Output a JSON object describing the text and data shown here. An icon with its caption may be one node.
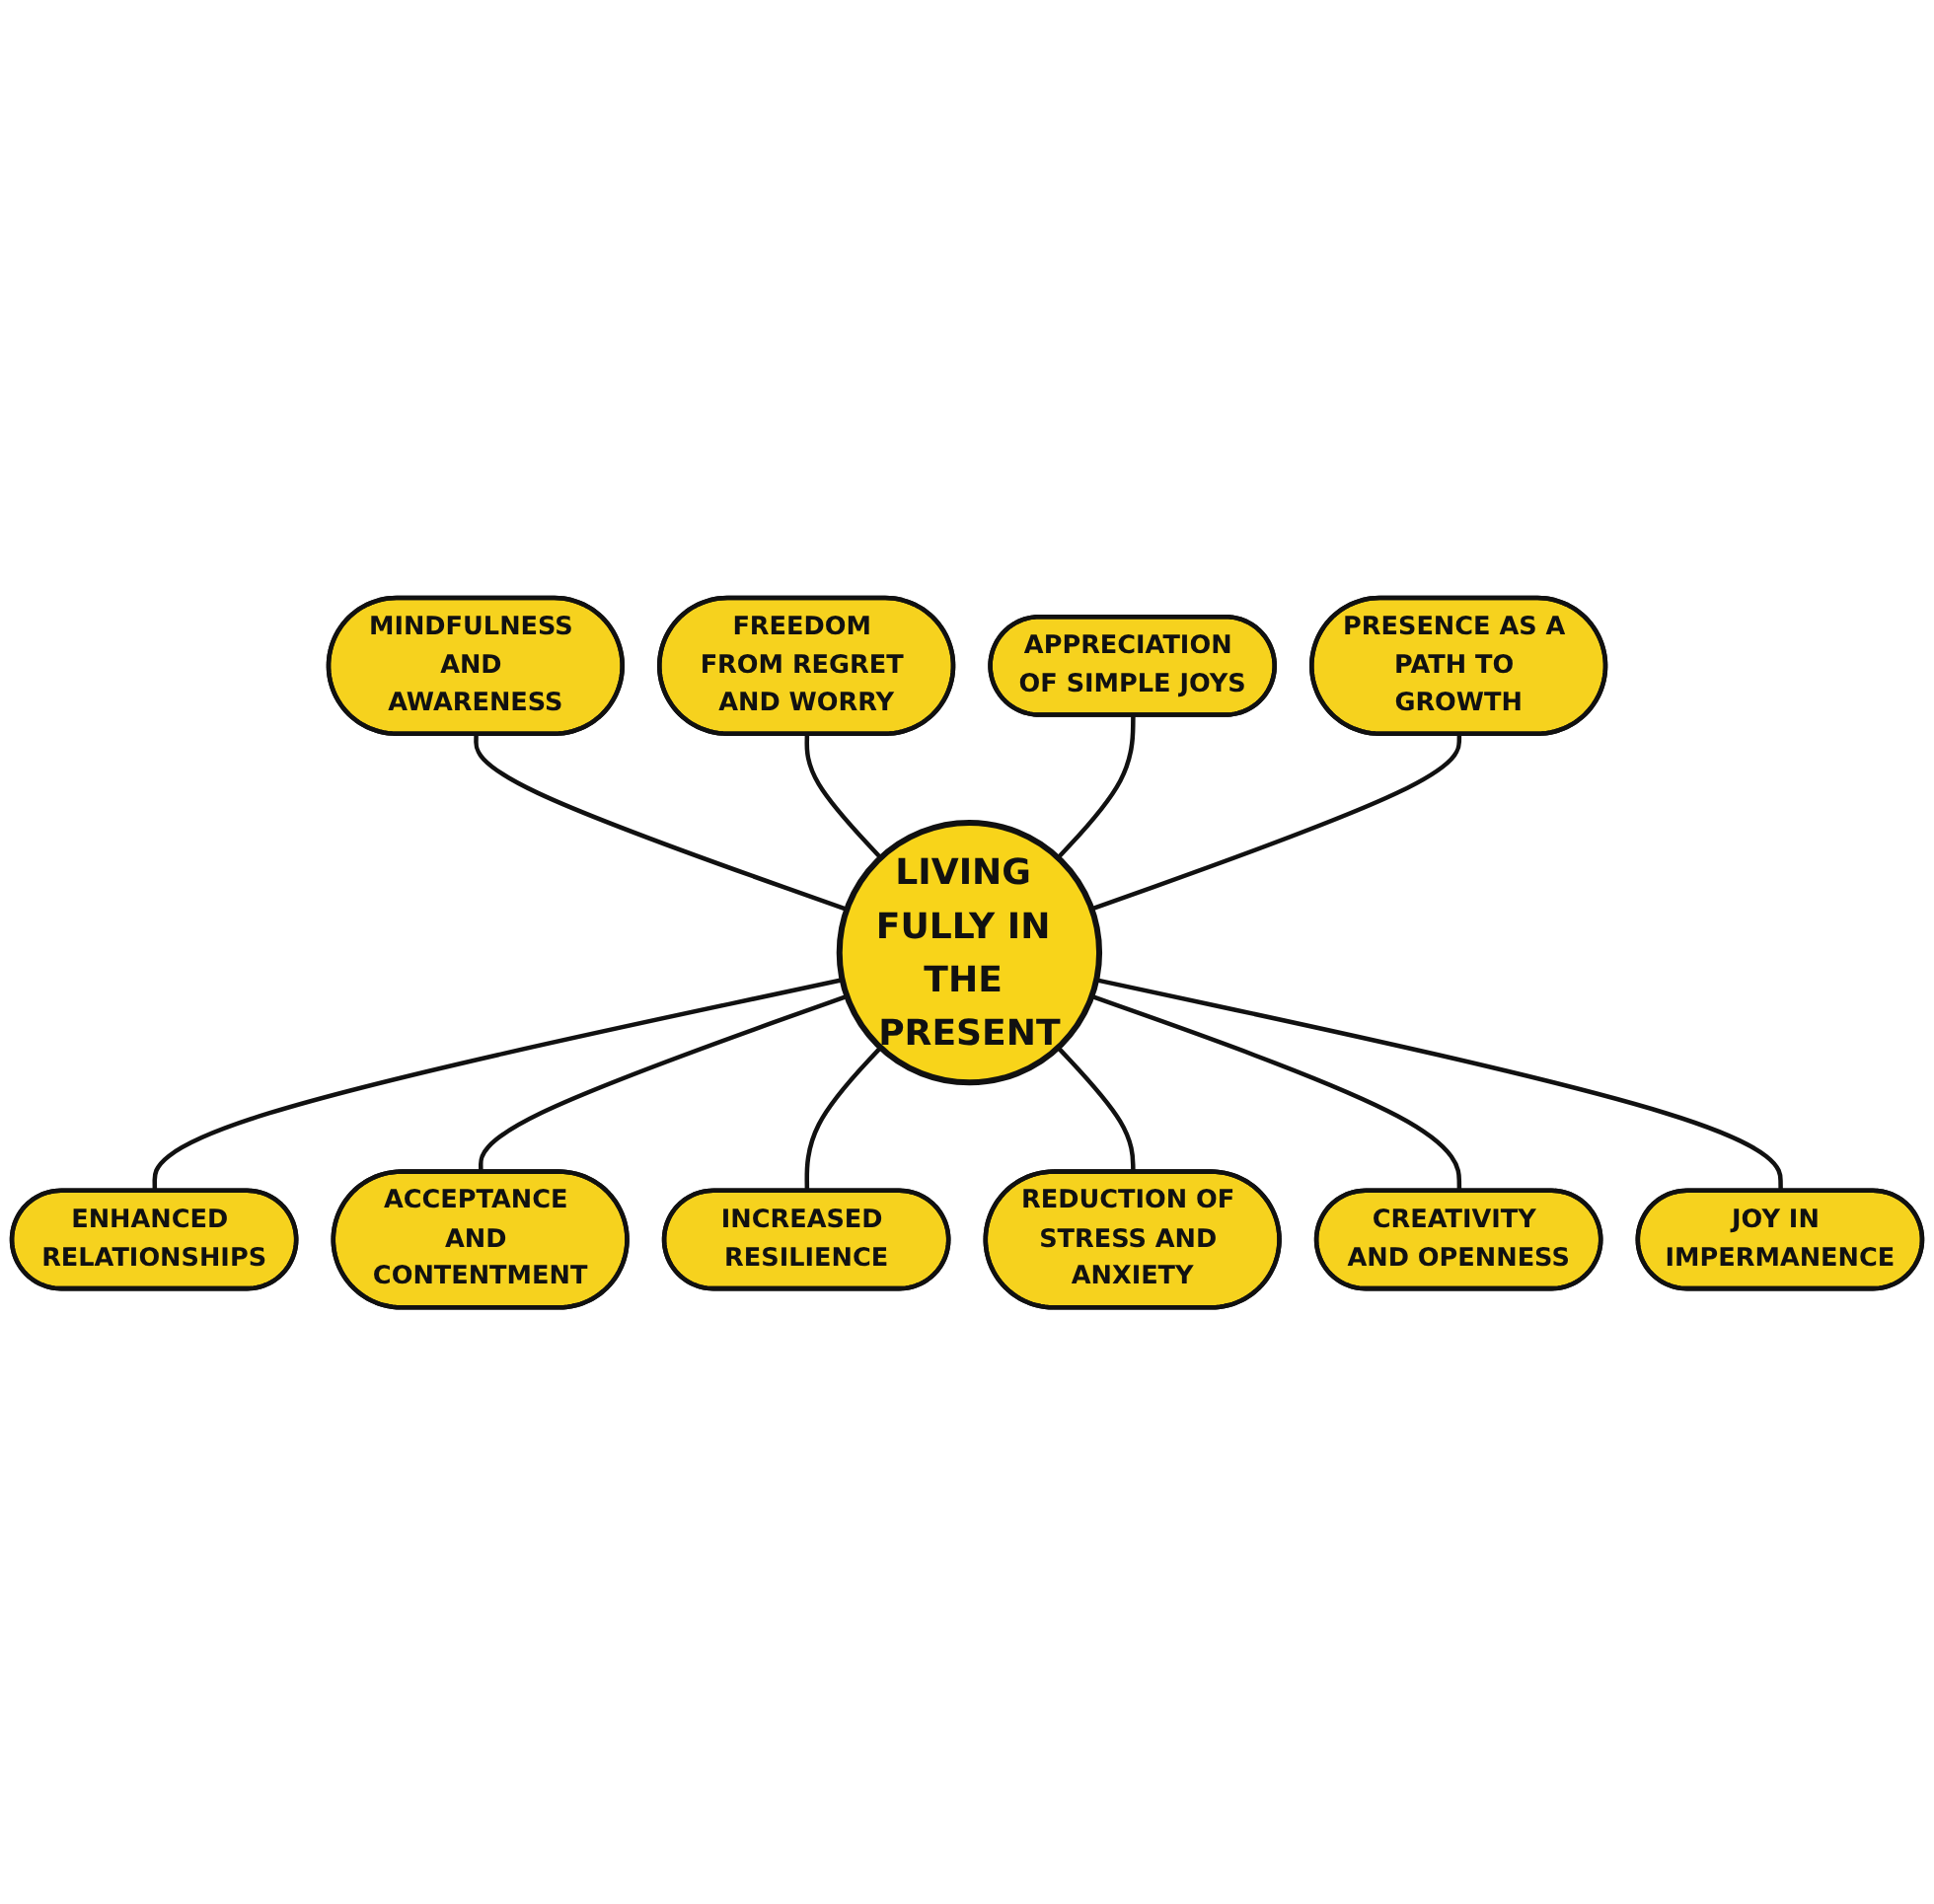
{
  "diagram": {
    "nodes": [
      {
        "text": [
          "MINDFULNESS AND AWARENESS"
        ]
      },
      {
        "text": [
          "FREEDOM FROM REGRET AND WORRY"
        ]
      },
      {
        "text": [
          "APPRECIATION OF SIMPLE JOYS"
        ]
      },
      {
        "text": [
          "PRESENCE AS A PATH TO GROWTH"
        ]
      },
      {
        "text": [
          "LIVING FULLY IN THE PRESENT"
        ]
      },
      {
        "text": [
          "ENHANCED RELATIONSHIPS"
        ]
      },
      {
        "text": [
          "ACCEPTANCE AND CONTENTMENT"
        ]
      },
      {
        "text": [
          "INCREASED RESILIENCE"
        ]
      },
      {
        "text": [
          "REDUCTION OF STRESS AND ANXIETY"
        ]
      },
      {
        "text": [
          "CREATIVITY AND OPENNESS"
        ]
      },
      {
        "text": [
          "JOY IN IMPERMANENCE"
        ]
      }
    ],
    "edges": [
      {
        "from": 0,
        "to": 4,
        "arrow": "none"
      },
      {
        "from": 1,
        "to": 4,
        "arrow": "none"
      },
      {
        "from": 2,
        "to": 4,
        "arrow": "none"
      },
      {
        "from": 3,
        "to": 4,
        "arrow": "none"
      },
      {
        "from": 4,
        "to": 5,
        "arrow": "none"
      },
      {
        "from": 4,
        "to": 6,
        "arrow": "none"
      },
      {
        "from": 4,
        "to": 7,
        "arrow": "none"
      },
      {
        "from": 4,
        "to": 8,
        "arrow": "none"
      },
      {
        "from": 4,
        "to": 9,
        "arrow": "none"
      },
      {
        "from": 4,
        "to": 10,
        "arrow": "none"
      }
    ]
  }
}
